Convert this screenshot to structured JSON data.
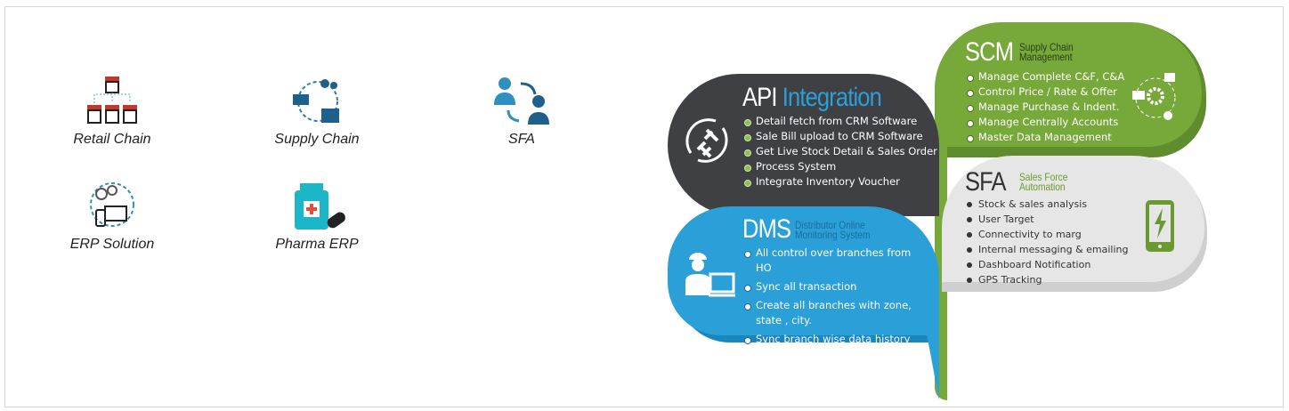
{
  "services": [
    {
      "label": "Retail Chain",
      "icon": "store-chain-icon"
    },
    {
      "label": "Supply Chain",
      "icon": "supply-chain-icon"
    },
    {
      "label": "SFA",
      "icon": "sales-force-icon"
    },
    {
      "label": "ERP Solution",
      "icon": "erp-icon"
    },
    {
      "label": "Pharma ERP",
      "icon": "pharma-icon"
    }
  ],
  "api": {
    "title": "API",
    "title2": "Integration",
    "items": [
      "Detail fetch from CRM Software",
      "Sale Bill upload to CRM Software",
      "Get Live Stock Detail & Sales Order",
      "Process System",
      "Integrate Inventory Voucher"
    ],
    "color": "#3e4043"
  },
  "scm": {
    "title": "SCM",
    "sub1": "Supply Chain",
    "sub2": "Management",
    "items": [
      "Manage Complete C&F, C&A",
      "Control Price / Rate & Offer",
      "Manage Purchase & Indent.",
      "Manage Centrally Accounts",
      "Master Data Management"
    ],
    "color": "#76a83a"
  },
  "sfa": {
    "title": "SFA",
    "sub1": "Sales Force",
    "sub2": "Automation",
    "items": [
      "Stock & sales analysis",
      "User Target",
      "Connectivity to marg",
      "Internal messaging & emailing",
      "Dashboard Notification",
      "GPS Tracking"
    ],
    "color": "#e6e6e6"
  },
  "dms": {
    "title": "DMS",
    "sub1": "Distributor Online",
    "sub2": "Monitoring System",
    "items": [
      "All control over branches from HO",
      "Sync all transaction",
      "Create all branches with zone, state , city.",
      "Sync branch wise data history"
    ],
    "color": "#2a9fd8"
  }
}
